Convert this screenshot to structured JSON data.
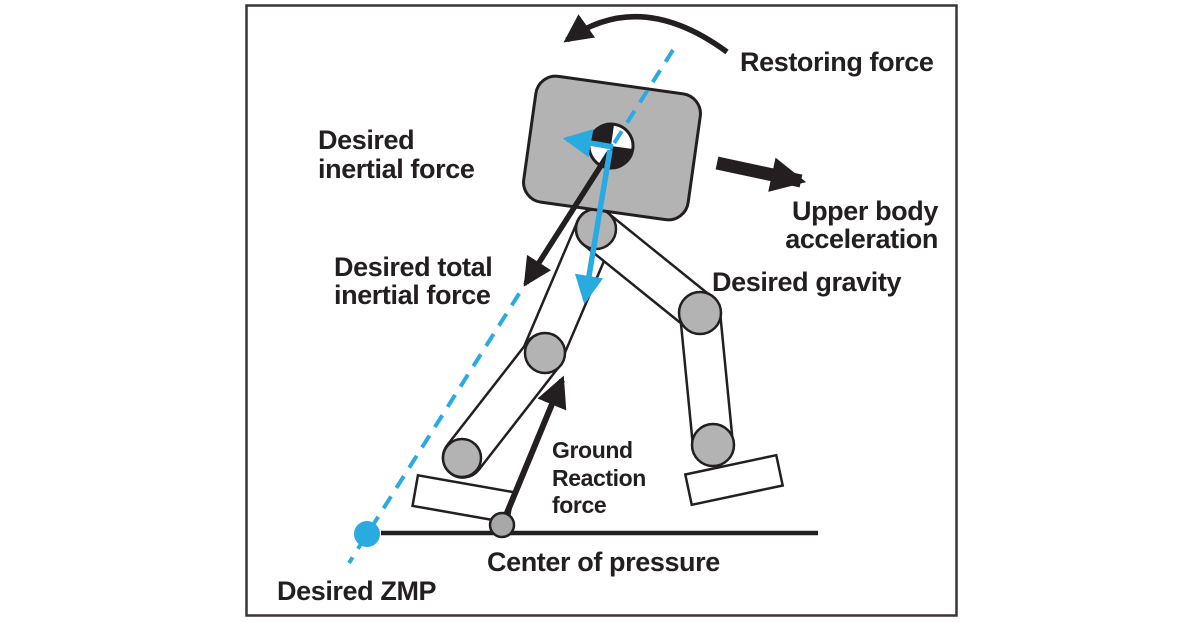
{
  "diagram": {
    "subject": "Biped robot balance-control force diagram",
    "labels": {
      "restoring_force": "Restoring force",
      "desired_inertial_force_line1": "Desired",
      "desired_inertial_force_line2": "inertial force",
      "upper_body_acceleration_line1": "Upper body",
      "upper_body_acceleration_line2": "acceleration",
      "desired_gravity": "Desired gravity",
      "desired_total_inertial_force_line1": "Desired total",
      "desired_total_inertial_force_line2": "inertial force",
      "ground_reaction_force_line1": "Ground",
      "ground_reaction_force_line2": "Reaction",
      "ground_reaction_force_line3": "force",
      "center_of_pressure": "Center of pressure",
      "desired_zmp": "Desired ZMP"
    },
    "colors": {
      "accent_cyan": "#29ABE2",
      "ink": "#231F20",
      "body_gray": "#B3B3B3",
      "background": "#FFFFFF"
    }
  }
}
